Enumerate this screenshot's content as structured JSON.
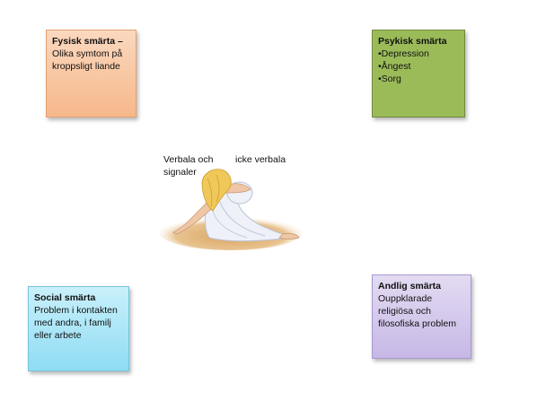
{
  "boxes": {
    "physical": {
      "title": "Fysisk smärta –",
      "lines": [
        "Olika symtom på",
        "kroppsligt liande"
      ]
    },
    "psychic": {
      "title": "Psykisk smärta",
      "lines": [
        "•Depression",
        "•Ångest",
        "•Sorg"
      ]
    },
    "social": {
      "title": "Social smärta",
      "lines": [
        "Problem i kontakten",
        "med andra, i familj",
        "eller arbete"
      ]
    },
    "spiritual": {
      "title": "Andlig smärta",
      "lines": [
        "Ouppklarade",
        "religiösa och",
        "filosofiska problem"
      ]
    }
  },
  "center": {
    "caption_verbal": "Verbala och signaler",
    "caption_nonverbal": "icke verbala"
  },
  "colors": {
    "physical": "#f6b88a",
    "psychic": "#9bbb59",
    "social": "#8fdcf3",
    "spiritual": "#c7b8e6"
  }
}
